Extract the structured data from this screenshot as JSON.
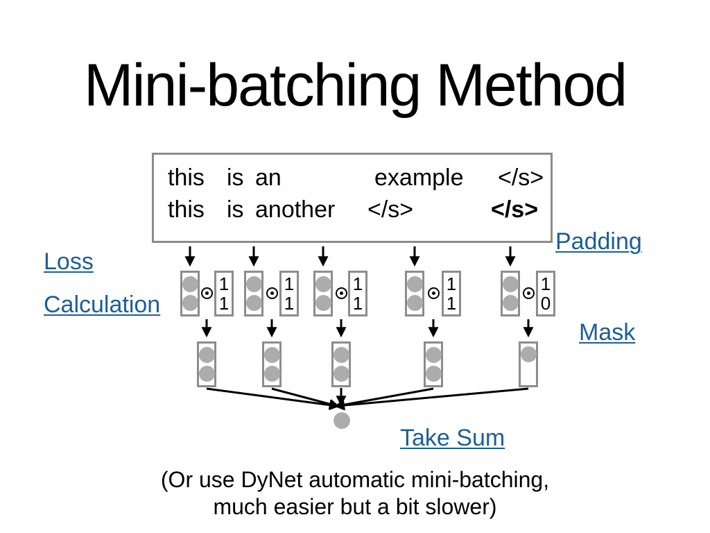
{
  "title": "Mini-batching Method",
  "sentence_table": {
    "rows": [
      {
        "tokens": [
          {
            "text": "this",
            "bold": false
          },
          {
            "text": "is",
            "bold": false
          },
          {
            "text": "an",
            "bold": false
          },
          {
            "text": "example",
            "bold": false
          },
          {
            "text": "</s>",
            "bold": false
          }
        ]
      },
      {
        "tokens": [
          {
            "text": "this",
            "bold": false
          },
          {
            "text": "is",
            "bold": false
          },
          {
            "text": "another",
            "bold": false
          },
          {
            "text": "</s>",
            "bold": false
          },
          {
            "text": "</s>",
            "bold": true
          }
        ]
      }
    ]
  },
  "labels": {
    "loss_line1": "Loss",
    "loss_line2": "Calculation",
    "padding": "Padding",
    "mask": "Mask",
    "take_sum": "Take Sum"
  },
  "operator": "⊙",
  "mask_vectors": [
    [
      "1",
      "1"
    ],
    [
      "1",
      "1"
    ],
    [
      "1",
      "1"
    ],
    [
      "1",
      "1"
    ],
    [
      "1",
      "0"
    ]
  ],
  "loss_vector_circle_counts": [
    2,
    2,
    2,
    2,
    2
  ],
  "masked_vector_circle_counts": [
    2,
    2,
    2,
    2,
    1
  ],
  "footer": {
    "line1": "(Or use DyNet automatic mini-batching,",
    "line2": "much easier but a bit slower)"
  },
  "colors": {
    "label_blue": "#1b5e97",
    "box_border_gray": "#8c8c8c",
    "circle_gray": "#acacac",
    "text_black": "#000000"
  }
}
